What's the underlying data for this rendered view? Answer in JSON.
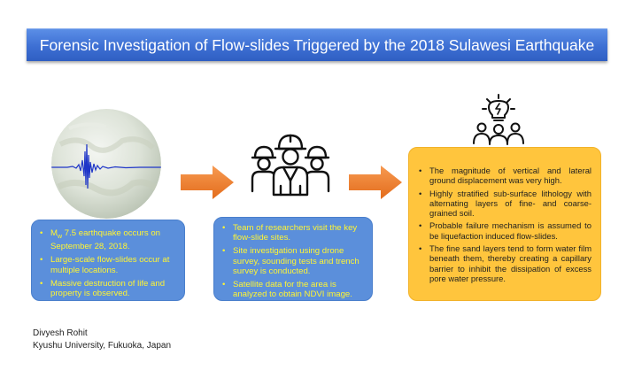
{
  "title": "Forensic Investigation of Flow-slides Triggered by the 2018 Sulawesi Earthquake",
  "steps": [
    {
      "items": [
        {
          "mag_symbol": "M",
          "mag_subscript": "w",
          "rest": " 7.5 earthquake occurs on September 28, 2018."
        },
        {
          "text": "Large-scale flow-slides occur at multiple locations."
        },
        {
          "text": "Massive destruction of life and property is observed."
        }
      ]
    },
    {
      "items": [
        {
          "text": "Team of researchers visit the key flow-slide sites."
        },
        {
          "text": "Site investigation using drone survey, sounding tests and trench survey is conducted."
        },
        {
          "text": "Satellite data for the area is analyzed to obtain NDVI image."
        }
      ]
    },
    {
      "items": [
        {
          "text": "The magnitude of vertical and lateral ground displacement was very high."
        },
        {
          "text": "Highly stratified sub-surface lithology with alternating layers of fine- and coarse-grained soil."
        },
        {
          "text": "Probable failure mechanism is assumed to be liquefaction induced flow-slides."
        },
        {
          "text": "The fine sand layers tend to form water film beneath them, thereby creating a capillary barrier to inhibit the dissipation of excess pore water pressure."
        }
      ]
    }
  ],
  "author": {
    "name": "Divyesh Rohit",
    "affiliation": "Kyushu University, Fukuoka, Japan"
  },
  "icons": [
    "seismic-globe-icon",
    "arrow-right-icon",
    "construction-workers-icon",
    "idea-team-icon"
  ],
  "colors": {
    "banner": "#3d6fd3",
    "blue_box": "#5b8fdb",
    "blue_box_text": "#fff533",
    "orange_box": "#ffc53d",
    "arrow": "#f07c2b"
  }
}
